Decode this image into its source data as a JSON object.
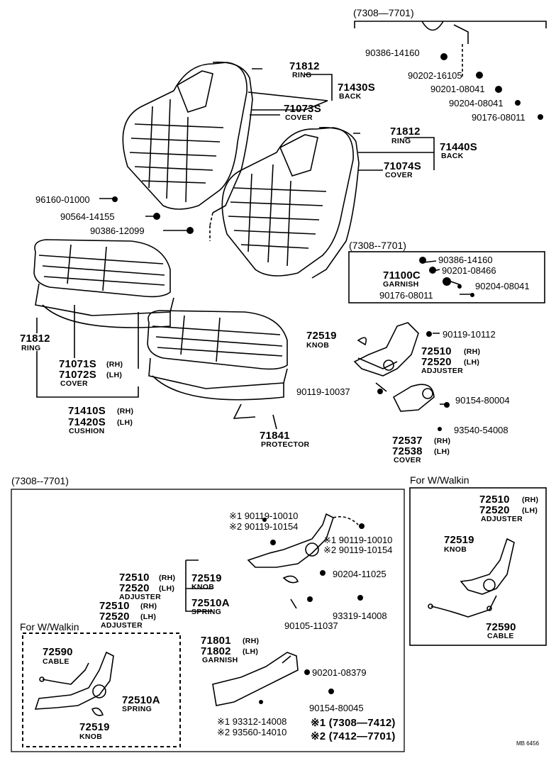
{
  "top_right_range": "(7308—7701)",
  "garnish_box": {
    "range": "(7308--7701)",
    "p1": "90386-14160",
    "p2": "90201-08466",
    "p3": "90204-08041",
    "p4": "90176-08011",
    "pn": "71100C",
    "name": "GARNISH"
  },
  "upper_seat": {
    "ring1_pn": "71812",
    "ring1_name": "RING",
    "back1_pn": "71430S",
    "back1_name": "BACK",
    "cover1_pn": "71073S",
    "cover1_name": "COVER",
    "ring2_pn": "71812",
    "ring2_name": "RING",
    "back2_pn": "71440S",
    "back2_name": "BACK",
    "cover2_pn": "71074S",
    "cover2_name": "COVER",
    "hw1": "90386-14160",
    "hw2": "90202-16105",
    "hw3": "90201-08041",
    "hw4": "90204-08041",
    "hw5": "90176-08011",
    "l1": "96160-01000",
    "l2": "90564-14155",
    "l3": "90386-12099"
  },
  "lower_seat": {
    "ring_pn": "71812",
    "ring_name": "RING",
    "cov_rh": "71071S",
    "cov_lh": "71072S",
    "cov_name": "COVER",
    "cush_rh": "71410S",
    "cush_lh": "71420S",
    "cush_name": "CUSHION",
    "prot_pn": "71841",
    "prot_name": "PROTECTOR"
  },
  "adjuster": {
    "knob_pn": "72519",
    "knob_name": "KNOB",
    "bolt1": "90119-10112",
    "adj_rh": "72510",
    "adj_lh": "72520",
    "adj_name": "ADJUSTER",
    "bolt2": "90119-10037",
    "screw": "90154-80004",
    "screw2": "93540-54008",
    "cov_rh": "72537",
    "cov_lh": "72538",
    "cov_name": "COVER"
  },
  "rh": "(RH)",
  "lh": "(LH)",
  "bottom": {
    "range": "(7308--7701)",
    "s1a": "※1 90119-10010",
    "s1b": "※2 90119-10154",
    "s2a": "※1 90119-10010",
    "s2b": "※2 90119-10154",
    "hw": "90204-11025",
    "adj_rh": "72510",
    "adj_lh": "72520",
    "adj_name": "ADJUSTER",
    "knob_pn": "72519",
    "knob_name": "KNOB",
    "spring_pn": "72510A",
    "spring_name": "SPRING",
    "adj2_rh": "72510",
    "adj2_lh": "72520",
    "adj2_name": "ADJUSTER",
    "b1": "90105-11037",
    "b2": "93319-14008",
    "gar_rh": "71801",
    "gar_lh": "71802",
    "gar_name": "GARNISH",
    "g1": "90201-08379",
    "g2": "90154-80045",
    "g3": "※1 93312-14008",
    "g4": "※2 93560-14010",
    "note1": "※1 (7308—7412)",
    "note2": "※2 (7412—7701)",
    "walkin_title": "For  W/Walkin",
    "wk_cable_pn": "72590",
    "wk_cable_name": "CABLE",
    "wk_spring_pn": "72510A",
    "wk_spring_name": "SPRING",
    "wk_knob_pn": "72519",
    "wk_knob_name": "KNOB"
  },
  "right_walkin": {
    "title": "For  W/Walkin",
    "adj_rh": "72510",
    "adj_lh": "72520",
    "adj_name": "ADJUSTER",
    "knob_pn": "72519",
    "knob_name": "KNOB",
    "cable_pn": "72590",
    "cable_name": "CABLE"
  },
  "code": "MB 6456"
}
